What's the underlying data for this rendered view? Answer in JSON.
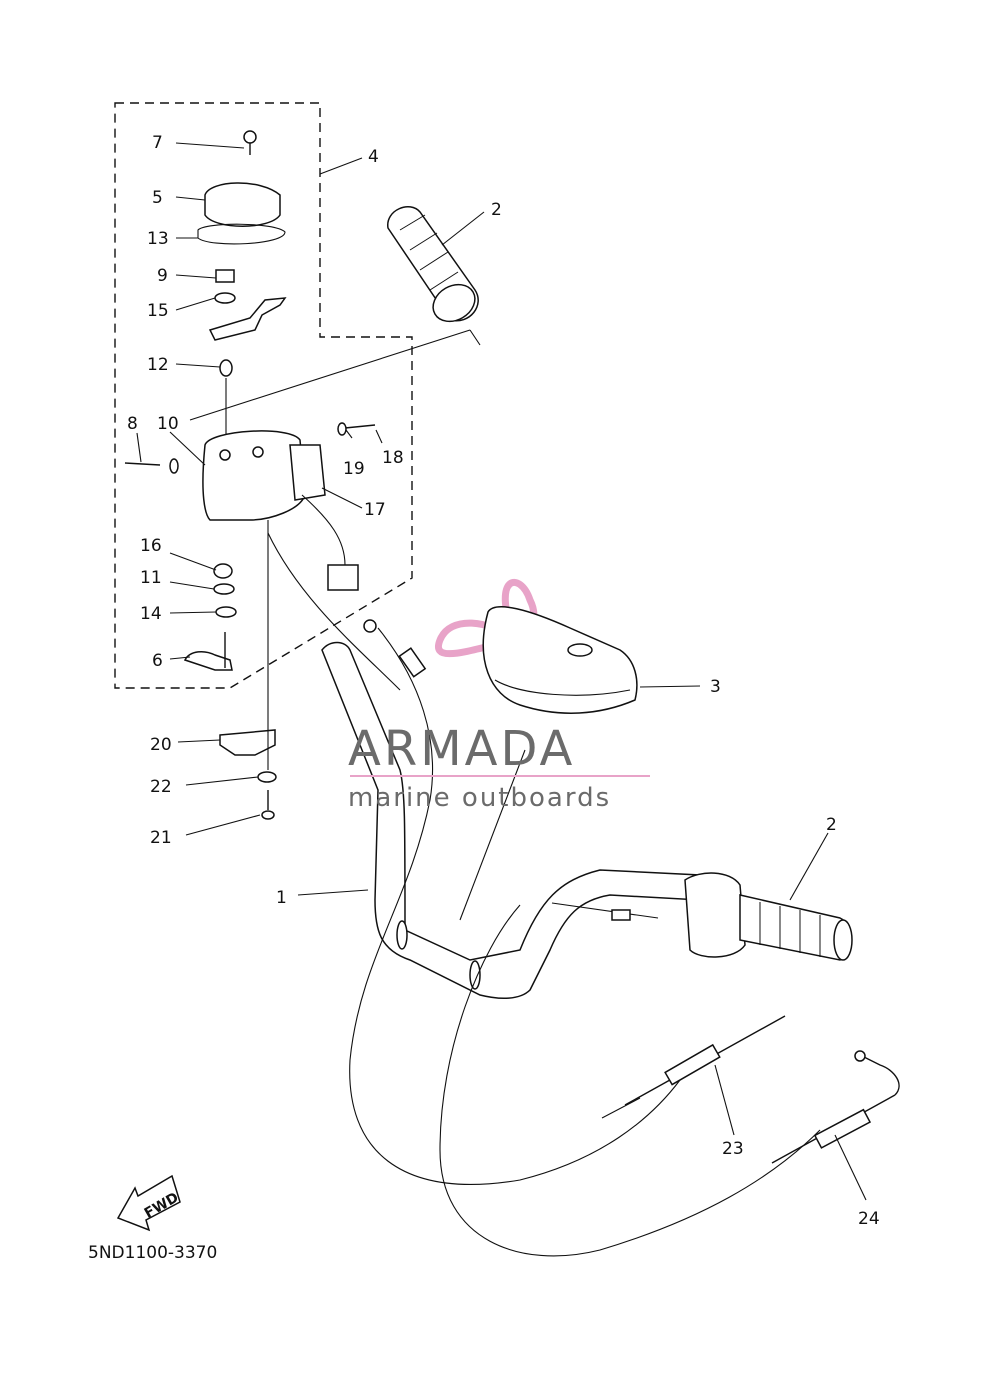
{
  "diagram_code": "5ND1100-3370",
  "fwd_label": "FWD",
  "watermark": {
    "title": "ARMADA",
    "subtitle": "marine outboards",
    "logo_color": "#e8a3c8",
    "text_color": "#6b6b6b"
  },
  "parts": [
    {
      "number": "1"
    },
    {
      "number": "2"
    },
    {
      "number": "2"
    },
    {
      "number": "3"
    },
    {
      "number": "4"
    },
    {
      "number": "5"
    },
    {
      "number": "6"
    },
    {
      "number": "7"
    },
    {
      "number": "8"
    },
    {
      "number": "9"
    },
    {
      "number": "10"
    },
    {
      "number": "11"
    },
    {
      "number": "12"
    },
    {
      "number": "13"
    },
    {
      "number": "14"
    },
    {
      "number": "15"
    },
    {
      "number": "16"
    },
    {
      "number": "17"
    },
    {
      "number": "18"
    },
    {
      "number": "19"
    },
    {
      "number": "20"
    },
    {
      "number": "21"
    },
    {
      "number": "22"
    },
    {
      "number": "23"
    },
    {
      "number": "24"
    }
  ]
}
